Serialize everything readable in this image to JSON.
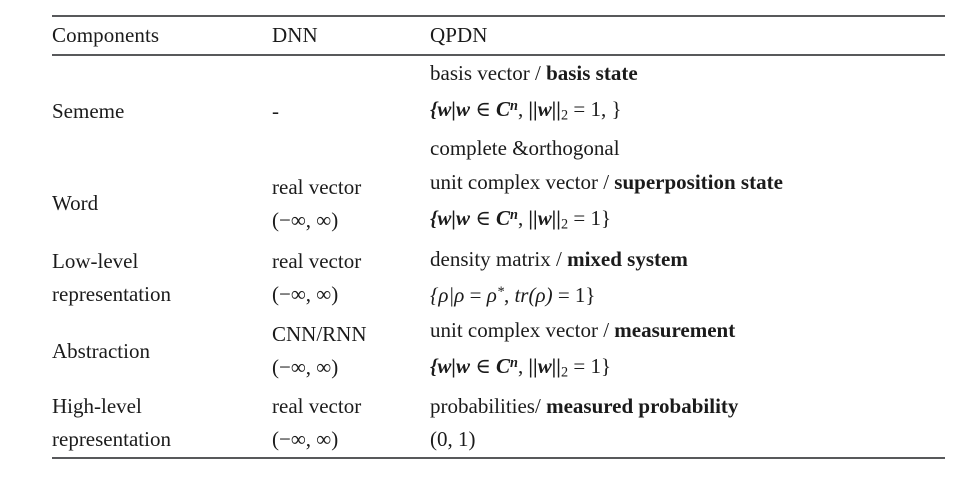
{
  "table": {
    "headers": [
      "Components",
      "DNN",
      "QPDN"
    ],
    "rows": [
      {
        "component": [
          "Sememe"
        ],
        "dnn": [
          "-"
        ],
        "qpdn_plain": "basis vector / ",
        "qpdn_bold": "basis state",
        "qpdn_math_kind": "w_set_comma",
        "qpdn_extra": "complete &orthogonal"
      },
      {
        "component": [
          "Word"
        ],
        "dnn": [
          "real vector",
          "(−∞, ∞)"
        ],
        "qpdn_plain": "unit complex vector / ",
        "qpdn_bold": "superposition state",
        "qpdn_math_kind": "w_set",
        "qpdn_extra": ""
      },
      {
        "component": [
          "Low-level",
          "representation"
        ],
        "dnn": [
          "real vector",
          "(−∞, ∞)"
        ],
        "qpdn_plain": "density matrix / ",
        "qpdn_bold": "mixed system",
        "qpdn_math_kind": "rho_set",
        "qpdn_extra": ""
      },
      {
        "component": [
          "Abstraction"
        ],
        "dnn": [
          "CNN/RNN",
          "(−∞, ∞)"
        ],
        "qpdn_plain": "unit complex vector / ",
        "qpdn_bold": "measurement",
        "qpdn_math_kind": "w_set",
        "qpdn_extra": ""
      },
      {
        "component": [
          "High-level",
          "representation"
        ],
        "dnn": [
          "real vector",
          "(−∞, ∞)"
        ],
        "qpdn_plain": "probabilities/ ",
        "qpdn_bold": "measured probability",
        "qpdn_math_kind": "interval01",
        "qpdn_extra": ""
      }
    ],
    "math_literals": {
      "w_set_comma": "{w|w ∈ Cⁿ, ||w||₂ = 1, }",
      "w_set": "{w|w ∈ Cⁿ, ||w||₂ = 1}",
      "rho_set": "{ρ|ρ = ρ*, tr(ρ) = 1}",
      "interval01": "(0, 1)"
    }
  },
  "colors": {
    "rule": "#58595b",
    "text": "#1b1b1b",
    "background": "#ffffff"
  }
}
